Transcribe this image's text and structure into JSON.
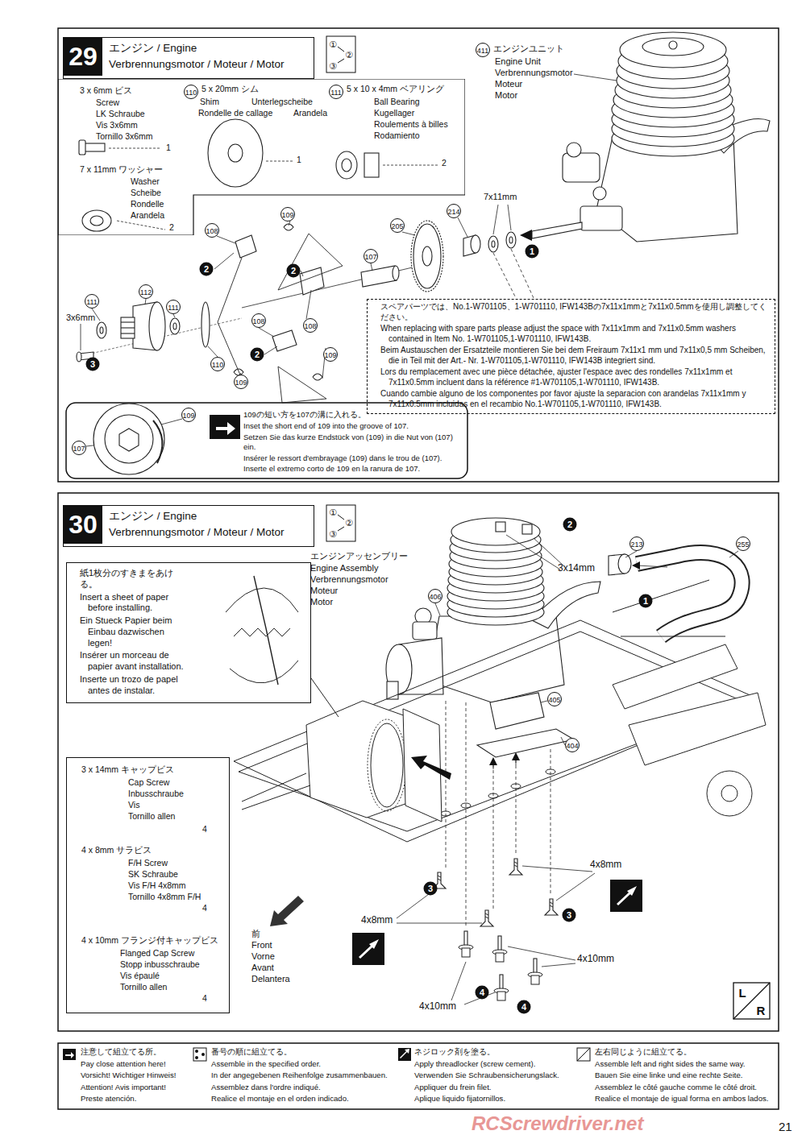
{
  "diagram": {
    "nodes": [
      {
        "text": [
          "29",
          "エンジン / Engine",
          "Verbrennungsmotor / Moteur / Motor"
        ]
      },
      {
        "text": [
          "3 x 6mm ビス",
          "Screw",
          "LK Schraube",
          "Vis 3x6mm",
          "Tornillo 3x6mm",
          "1",
          "7 x 11mm ワッシャー",
          "Washer",
          "Scheibe",
          "Rondelle",
          "Arandela",
          "2",
          "110",
          "5 x 20mm シム",
          "Shim",
          "Unterlegscheibe",
          "Rondelle de callage",
          "Arandela",
          "1",
          "111",
          "5 x 10 x 4mm ベアリング",
          "Ball Bearing",
          "Kugellager",
          "Roulements à billes",
          "Rodamiento",
          "2"
        ]
      },
      {
        "text": [
          "スペアパーツでは、No.1-W701105、1-W701110, IFW143Bの7x11x1mmと7x11x0.5mmを使用し調整してください。",
          "When replacing with spare parts please adjust the space with 7x11x1mm and 7x11x0.5mm washers contained in Item No. 1-W701105,1-W701110, IFW143B.",
          "Beim Austauschen der Ersatzteile montieren Sie bei dem Freiraum 7x11x1 mm und 7x11x0,5 mm Scheiben, die in Teil mit der Art.- Nr. 1-W701105,1-W701110, IFW143B integriert sind.",
          "Lors du remplacement avec une pièce détachée, ajuster l'espace avec des rondelles 7x11x1mm et 7x11x0.5mm incluent dans la référence #1-W701105,1-W701110, IFW143B.",
          "Cuando cambie alguno de los componentes por favor ajuste la separacion con arandelas 7x11x1mm y 7x11x0.5mm incluidas en el recambio No.1-W701105,1-W701110, IFW143B."
        ]
      },
      {
        "text": [
          "109の短い方を107の溝に入れる。",
          "Inset the short end of 109 into the groove of 107.",
          "Setzen Sie das kurze Endstück von (109) in die Nut von (107) ein.",
          "Insérer le ressort d'embrayage (109) dans le trou de (107).",
          "Inserte el extremo corto de 109 en la ranura de 107."
        ]
      },
      {
        "text": [
          "30",
          "エンジン / Engine",
          "Verbrennungsmotor / Moteur / Motor"
        ]
      },
      {
        "text": [
          "紙1枚分のすきまをあける。",
          "Insert a sheet of paper before installing.",
          "Ein Stueck Papier beim Einbau dazwischen legen!",
          "Insérer un morceau de papier avant installation.",
          "Inserte un trozo de papel antes de instalar."
        ]
      },
      {
        "text": [
          "3 x 14mm キャップビス",
          "Cap Screw",
          "Inbusschraube",
          "Vis",
          "Tornillo allen",
          "4",
          "4 x 8mm サラビス",
          "F/H Screw",
          "SK Schraube",
          "Vis F/H 4x8mm",
          "Tornillo 4x8mm F/H",
          "4",
          "4 x 10mm フランジ付キャップビス",
          "Flanged Cap Screw",
          "Stopp inbusschraube",
          "Vis épaulé",
          "Tornillo allen",
          "4"
        ]
      }
    ],
    "labels": [
      "①",
      "②",
      "③",
      "411",
      "エンジンユニット",
      "Engine Unit",
      "Verbrennungsmotor",
      "Moteur",
      "Motor",
      "7x11mm",
      "214",
      "205",
      "109",
      "107",
      "108",
      "2",
      "2",
      "1",
      "111",
      "112",
      "111",
      "3x6mm",
      "108",
      "108",
      "109",
      "2",
      "110",
      "3",
      "109",
      "109",
      "107",
      "①",
      "②",
      "③",
      "2",
      "213",
      "255",
      "エンジンアッセンブリー",
      "Engine Assembly",
      "Verbrennungsmotor",
      "Moteur",
      "Motor",
      "3x14mm",
      "406",
      "1",
      "405",
      "404",
      "4x8mm",
      "3",
      "3",
      "4x8mm",
      "4x10mm",
      "4",
      "4",
      "4x10mm",
      "前",
      "Front",
      "Vorne",
      "Avant",
      "Delantera",
      "L",
      "R",
      "21",
      "RCScrewdriver.net"
    ],
    "legend": [
      {
        "text": "注意して組立てる所。"
      },
      {
        "text": "Pay close attention here!"
      },
      {
        "text": "Vorsicht!  Wichtiger Hinweis!"
      },
      {
        "text": "Attention! Avis important!"
      },
      {
        "text": "Preste atención."
      },
      {
        "text": "番号の順に組立てる。"
      },
      {
        "text": "Assemble in the specified order."
      },
      {
        "text": "In der angegebenen Reihenfolge zusammenbauen."
      },
      {
        "text": "Assemblez dans l'ordre indiqué."
      },
      {
        "text": "Realice el montaje en el orden indicado."
      },
      {
        "text": "ネジロック剤を塗る。"
      },
      {
        "text": "Apply threadlocker (screw cement)."
      },
      {
        "text": "Verwenden Sie Schraubensicherungslack."
      },
      {
        "text": "Appliquer du frein filet."
      },
      {
        "text": "Aplique liquido fijatornillos."
      },
      {
        "text": "左右同じように組立てる。"
      },
      {
        "text": "Assemble left and right sides the same way."
      },
      {
        "text": "Bauen Sie eine linke und eine rechte Seite."
      },
      {
        "text": "Assemblez le côté gauche comme le côté droit."
      },
      {
        "text": "Realice el montaje de igual forma en ambos lados."
      }
    ]
  }
}
